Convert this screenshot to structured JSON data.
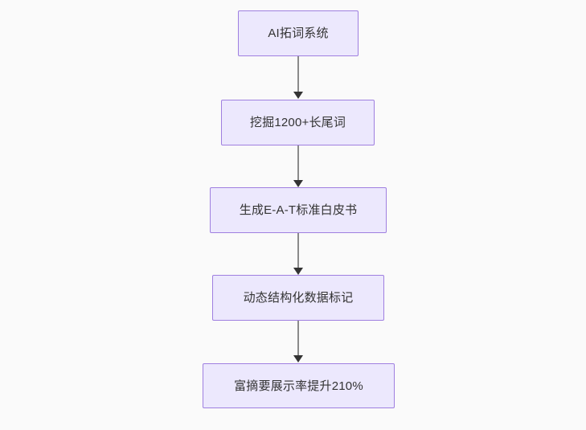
{
  "diagram": {
    "type": "flowchart",
    "direction": "top-to-bottom",
    "background_color": "#fafafa",
    "node_fill_color": "#ece8fd",
    "node_border_color": "#9f7fe0",
    "node_text_color": "#333333",
    "edge_color": "#8a8a8a",
    "arrowhead_color": "#333333",
    "nodes": [
      {
        "id": "n1",
        "label": "AI拓词系统"
      },
      {
        "id": "n2",
        "label": "挖掘1200+长尾词"
      },
      {
        "id": "n3",
        "label": "生成E-A-T标准白皮书"
      },
      {
        "id": "n4",
        "label": "动态结构化数据标记"
      },
      {
        "id": "n5",
        "label": "富摘要展示率提升210%"
      }
    ],
    "edges": [
      {
        "id": "e1",
        "from": "n1",
        "to": "n2",
        "label": ""
      },
      {
        "id": "e2",
        "from": "n2",
        "to": "n3",
        "label": ""
      },
      {
        "id": "e3",
        "from": "n3",
        "to": "n4",
        "label": ""
      },
      {
        "id": "e4",
        "from": "n4",
        "to": "n5",
        "label": ""
      }
    ]
  }
}
